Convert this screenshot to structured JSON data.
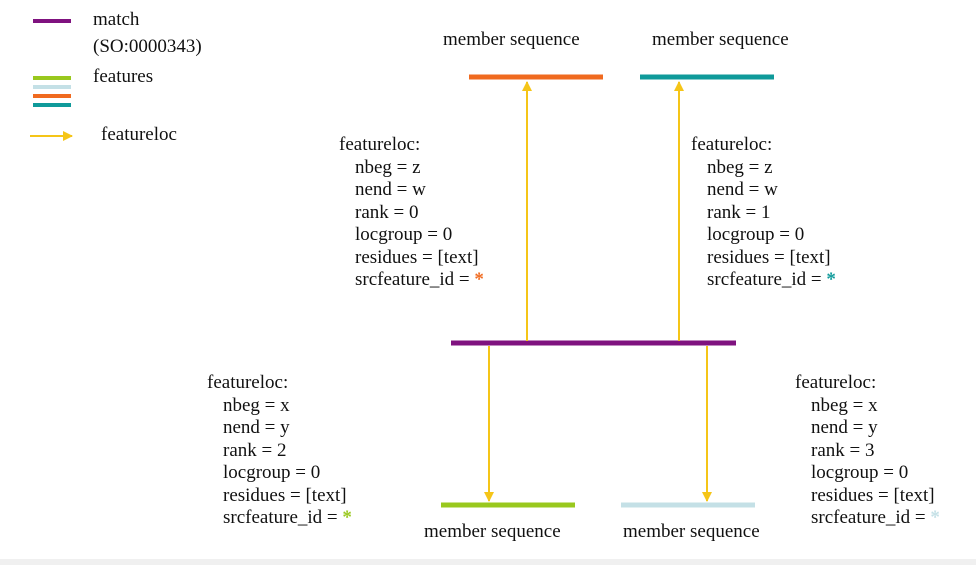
{
  "colors": {
    "match": "#7f127f",
    "orange": "#f06a1f",
    "teal": "#0f9a9a",
    "green": "#99c81e",
    "lightblue": "#c4e0e6",
    "arrow": "#f5c518"
  },
  "legend": {
    "match_label": "match",
    "match_so": "(SO:0000343)",
    "features_label": "features",
    "featureloc_label": "featureloc"
  },
  "members": {
    "top_left": "member sequence",
    "top_right": "member sequence",
    "bottom_left": "member sequence",
    "bottom_right": "member sequence"
  },
  "locs": [
    {
      "title": "featureloc:",
      "nbeg": "nbeg = z",
      "nend": "nend = w",
      "rank": "rank = 0",
      "locgroup": "locgroup = 0",
      "residues": "residues = [text]",
      "srcfeature": "srcfeature_id = ",
      "star": "*",
      "star_color": "#f06a1f"
    },
    {
      "title": "featureloc:",
      "nbeg": "nbeg = z",
      "nend": "nend = w",
      "rank": "rank = 1",
      "locgroup": "locgroup = 0",
      "residues": "residues = [text]",
      "srcfeature": "srcfeature_id = ",
      "star": "*",
      "star_color": "#0f9a9a"
    },
    {
      "title": "featureloc:",
      "nbeg": "nbeg = x",
      "nend": "nend = y",
      "rank": "rank = 2",
      "locgroup": "locgroup = 0",
      "residues": "residues = [text]",
      "srcfeature": "srcfeature_id = ",
      "star": "*",
      "star_color": "#99c81e"
    },
    {
      "title": "featureloc:",
      "nbeg": "nbeg = x",
      "nend": "nend = y",
      "rank": "rank = 3",
      "locgroup": "locgroup = 0",
      "residues": "residues = [text]",
      "srcfeature": "srcfeature_id = ",
      "star": "*",
      "star_color": "#c4e0e6"
    }
  ]
}
